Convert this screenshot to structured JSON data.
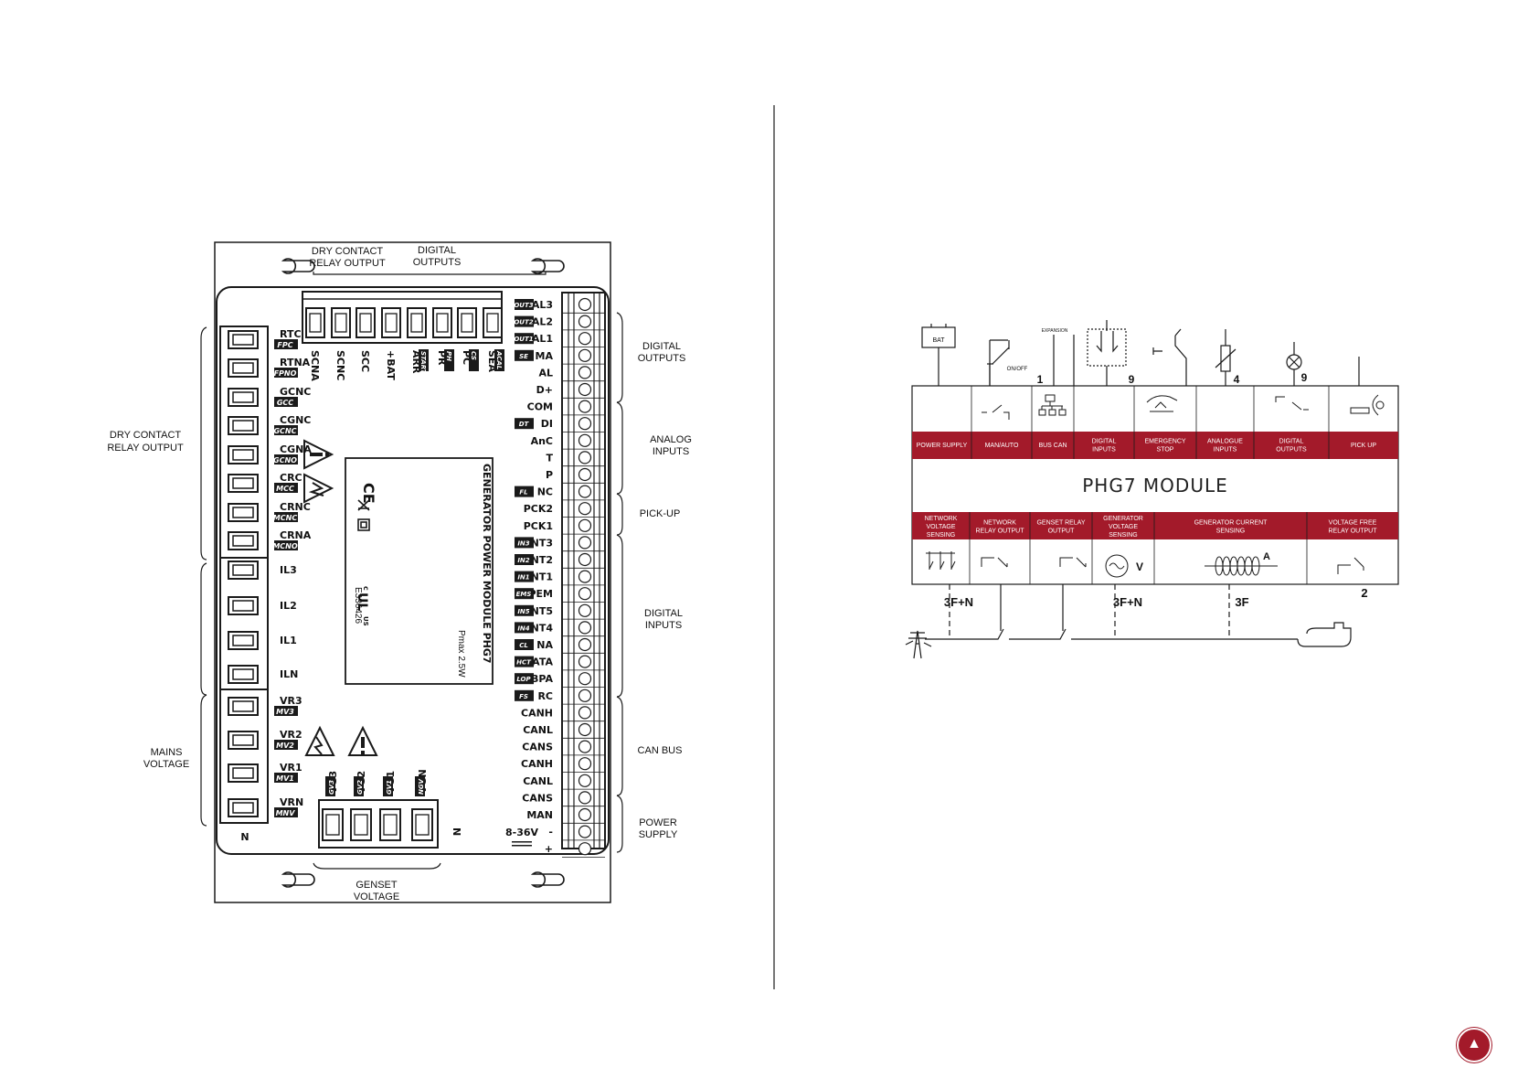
{
  "colors": {
    "accent": "#a31a2a",
    "line": "#1a1a1a"
  },
  "left_diagram": {
    "top_labels": [
      {
        "lines": [
          "DRY CONTACT",
          "RELAY OUTPUT"
        ]
      },
      {
        "lines": [
          "DIGITAL",
          "OUTPUTS"
        ]
      }
    ],
    "left_labels": [
      {
        "lines": [
          "DRY CONTACT",
          "RELAY OUTPUT"
        ]
      },
      {
        "lines": [
          "MAINS",
          "VOLTAGE"
        ]
      }
    ],
    "right_labels": [
      {
        "lines": [
          "DIGITAL",
          "OUTPUTS"
        ]
      },
      {
        "lines": [
          "ANALOG",
          "INPUTS"
        ]
      },
      {
        "lines": [
          "PICK-UP"
        ]
      },
      {
        "lines": [
          "DIGITAL",
          "INPUTS"
        ]
      },
      {
        "lines": [
          "CAN BUS"
        ]
      },
      {
        "lines": [
          "POWER",
          "SUPPLY"
        ]
      }
    ],
    "bottom_label": {
      "lines": [
        "GENSET",
        "VOLTAGE"
      ]
    },
    "left_terminals": [
      {
        "name": "RTC",
        "tag": "FPC"
      },
      {
        "name": "RTNA",
        "tag": "FPNO"
      },
      {
        "name": "GCNC",
        "tag": "GCC"
      },
      {
        "name": "CGNC",
        "tag": "GCNC"
      },
      {
        "name": "CGNA",
        "tag": "GCNO"
      },
      {
        "name": "CRC",
        "tag": "MCC"
      },
      {
        "name": "CRNC",
        "tag": "MCNC"
      },
      {
        "name": "CRNA",
        "tag": "MCNO"
      },
      {
        "name": "IL3",
        "tag": ""
      },
      {
        "name": "IL2",
        "tag": ""
      },
      {
        "name": "IL1",
        "tag": ""
      },
      {
        "name": "ILN",
        "tag": ""
      },
      {
        "name": "VR3",
        "tag": "MV3"
      },
      {
        "name": "VR2",
        "tag": "MV2"
      },
      {
        "name": "VR1",
        "tag": "MV1"
      },
      {
        "name": "VRN",
        "tag": "MNV"
      }
    ],
    "left_bottom_letter": "N",
    "top_terminals": [
      {
        "name": "SCNA",
        "tag": ""
      },
      {
        "name": "SCNC",
        "tag": ""
      },
      {
        "name": "SCC",
        "tag": ""
      },
      {
        "name": "+BAT",
        "tag": ""
      },
      {
        "name": "ARR",
        "tag": "START"
      },
      {
        "name": "PR",
        "tag": "PH"
      },
      {
        "name": "PC",
        "tag": "CS"
      },
      {
        "name": "SEA",
        "tag": "ACAL"
      }
    ],
    "right_terminals": [
      {
        "name": "SAL3",
        "tag": "OUT3"
      },
      {
        "name": "SAL2",
        "tag": "OUT2"
      },
      {
        "name": "SAL1",
        "tag": "OUT1"
      },
      {
        "name": "MA",
        "tag": "SE"
      },
      {
        "name": "AL",
        "tag": ""
      },
      {
        "name": "D+",
        "tag": ""
      },
      {
        "name": "COM",
        "tag": ""
      },
      {
        "name": "DI",
        "tag": "DT"
      },
      {
        "name": "AnC",
        "tag": ""
      },
      {
        "name": "T",
        "tag": ""
      },
      {
        "name": "P",
        "tag": ""
      },
      {
        "name": "NC",
        "tag": "FL"
      },
      {
        "name": "PCK2",
        "tag": ""
      },
      {
        "name": "PCK1",
        "tag": ""
      },
      {
        "name": "ENT3",
        "tag": "IN3"
      },
      {
        "name": "ENT2",
        "tag": "IN2"
      },
      {
        "name": "ENT1",
        "tag": "IN1"
      },
      {
        "name": "PEM",
        "tag": "EMS"
      },
      {
        "name": "ENT5",
        "tag": "IN5"
      },
      {
        "name": "ENT4",
        "tag": "IN4"
      },
      {
        "name": "NA",
        "tag": "CL"
      },
      {
        "name": "ATA",
        "tag": "HCT"
      },
      {
        "name": "BPA",
        "tag": "LOP"
      },
      {
        "name": "RC",
        "tag": "FS"
      },
      {
        "name": "CANH",
        "tag": ""
      },
      {
        "name": "CANL",
        "tag": ""
      },
      {
        "name": "CANS",
        "tag": ""
      },
      {
        "name": "CANH",
        "tag": ""
      },
      {
        "name": "CANL",
        "tag": ""
      },
      {
        "name": "CANS",
        "tag": ""
      },
      {
        "name": "MAN",
        "tag": ""
      },
      {
        "name": "-",
        "tag": ""
      },
      {
        "name": "+",
        "tag": ""
      }
    ],
    "supply_range": "8-36V",
    "bottom_terminals": [
      {
        "name": "VG3",
        "tag": "GV3"
      },
      {
        "name": "VG2",
        "tag": "GV2"
      },
      {
        "name": "VG1",
        "tag": "GV1"
      },
      {
        "name": "VGN",
        "tag": "NGV"
      }
    ],
    "bottom_letter": "N",
    "module_text": "GENERATOR POWER MODULE PHG7",
    "power_text": "Pmax 2.5W",
    "cert_code": "E336426",
    "ul_mark": "UL",
    "ce_mark": "CE",
    "c_mark": "c",
    "us_mark": "US"
  },
  "right_diagram": {
    "top_labels": [
      "BAT",
      "ON/OFF",
      "EXPANSION"
    ],
    "counts": [
      "1",
      "9",
      "4",
      "9"
    ],
    "upper_headers": [
      {
        "lines": [
          "POWER SUPPLY"
        ]
      },
      {
        "lines": [
          "MAN/AUTO"
        ]
      },
      {
        "lines": [
          "BUS CAN"
        ]
      },
      {
        "lines": [
          "DIGITAL",
          "INPUTS"
        ]
      },
      {
        "lines": [
          "EMERGENCY",
          "STOP"
        ]
      },
      {
        "lines": [
          "ANALOGUE",
          "INPUTS"
        ]
      },
      {
        "lines": [
          "DIGITAL",
          "OUTPUTS"
        ]
      },
      {
        "lines": [
          "PICK UP"
        ]
      }
    ],
    "module_title": "PHG7 MODULE",
    "lower_headers": [
      {
        "lines": [
          "NETWORK",
          "VOLTAGE",
          "SENSING"
        ]
      },
      {
        "lines": [
          "NETWORK",
          "RELAY OUTPUT"
        ]
      },
      {
        "lines": [
          "GENSET RELAY",
          "OUTPUT"
        ]
      },
      {
        "lines": [
          "GENERATOR",
          "VOLTAGE",
          "SENSING"
        ]
      },
      {
        "lines": [
          "GENERATOR CURRENT",
          "SENSING"
        ]
      },
      {
        "lines": [
          "VOLTAGE FREE",
          "RELAY OUTPUT"
        ]
      }
    ],
    "symbol_letters": [
      "V",
      "A"
    ],
    "wire_labels": [
      "3F+N",
      "3F+N",
      "3F",
      "2"
    ]
  }
}
